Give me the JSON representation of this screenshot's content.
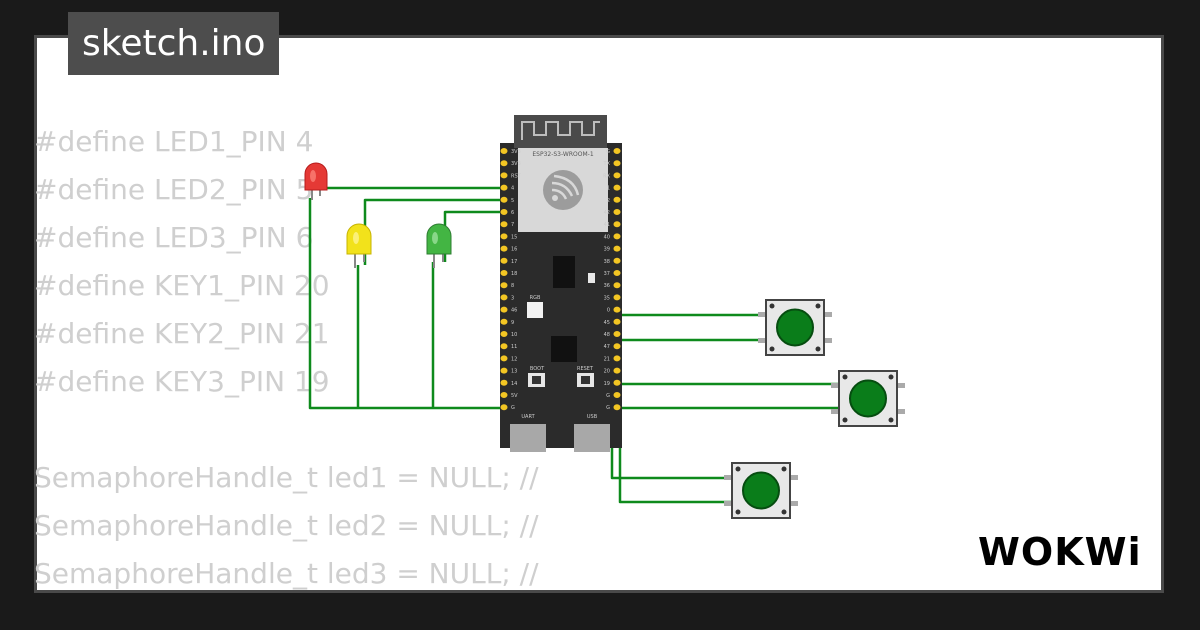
{
  "tab": {
    "label": "sketch.ino"
  },
  "code_lines": [
    "#define LED1_PIN 4",
    "#define LED2_PIN 5",
    "#define LED3_PIN 6",
    "#define KEY1_PIN 20",
    "#define KEY2_PIN 21",
    "#define KEY3_PIN 19",
    "",
    "SemaphoreHandle_t led1 = NULL; //",
    "SemaphoreHandle_t led2 = NULL; //",
    "SemaphoreHandle_t led3 = NULL; //"
  ],
  "board": {
    "module_label": "ESP32-S3-WROOM-1",
    "left_pins": [
      "3V3",
      "3V3",
      "RST",
      "4",
      "5",
      "6",
      "7",
      "15",
      "16",
      "17",
      "18",
      "8",
      "3",
      "46",
      "9",
      "10",
      "11",
      "12",
      "13",
      "14",
      "5V",
      "G"
    ],
    "right_pins": [
      "G",
      "TX",
      "RX",
      "1",
      "2",
      "42",
      "41",
      "40",
      "39",
      "38",
      "37",
      "36",
      "35",
      "0",
      "45",
      "48",
      "47",
      "21",
      "20",
      "19",
      "G",
      "G"
    ],
    "rgb_label": "RGB",
    "boot_label": "BOOT",
    "reset_label": "RESET",
    "uart_label": "UART",
    "usb_label": "USB"
  },
  "leds": [
    {
      "color": "#e53935"
    },
    {
      "color": "#f2e21b"
    },
    {
      "color": "#43b543"
    }
  ],
  "colors": {
    "wire": "#0e8a1c",
    "board": "#2b2b2b",
    "pin": "#f3c623",
    "button_cap": "#0a7d1a"
  },
  "brand": "WOKWi"
}
